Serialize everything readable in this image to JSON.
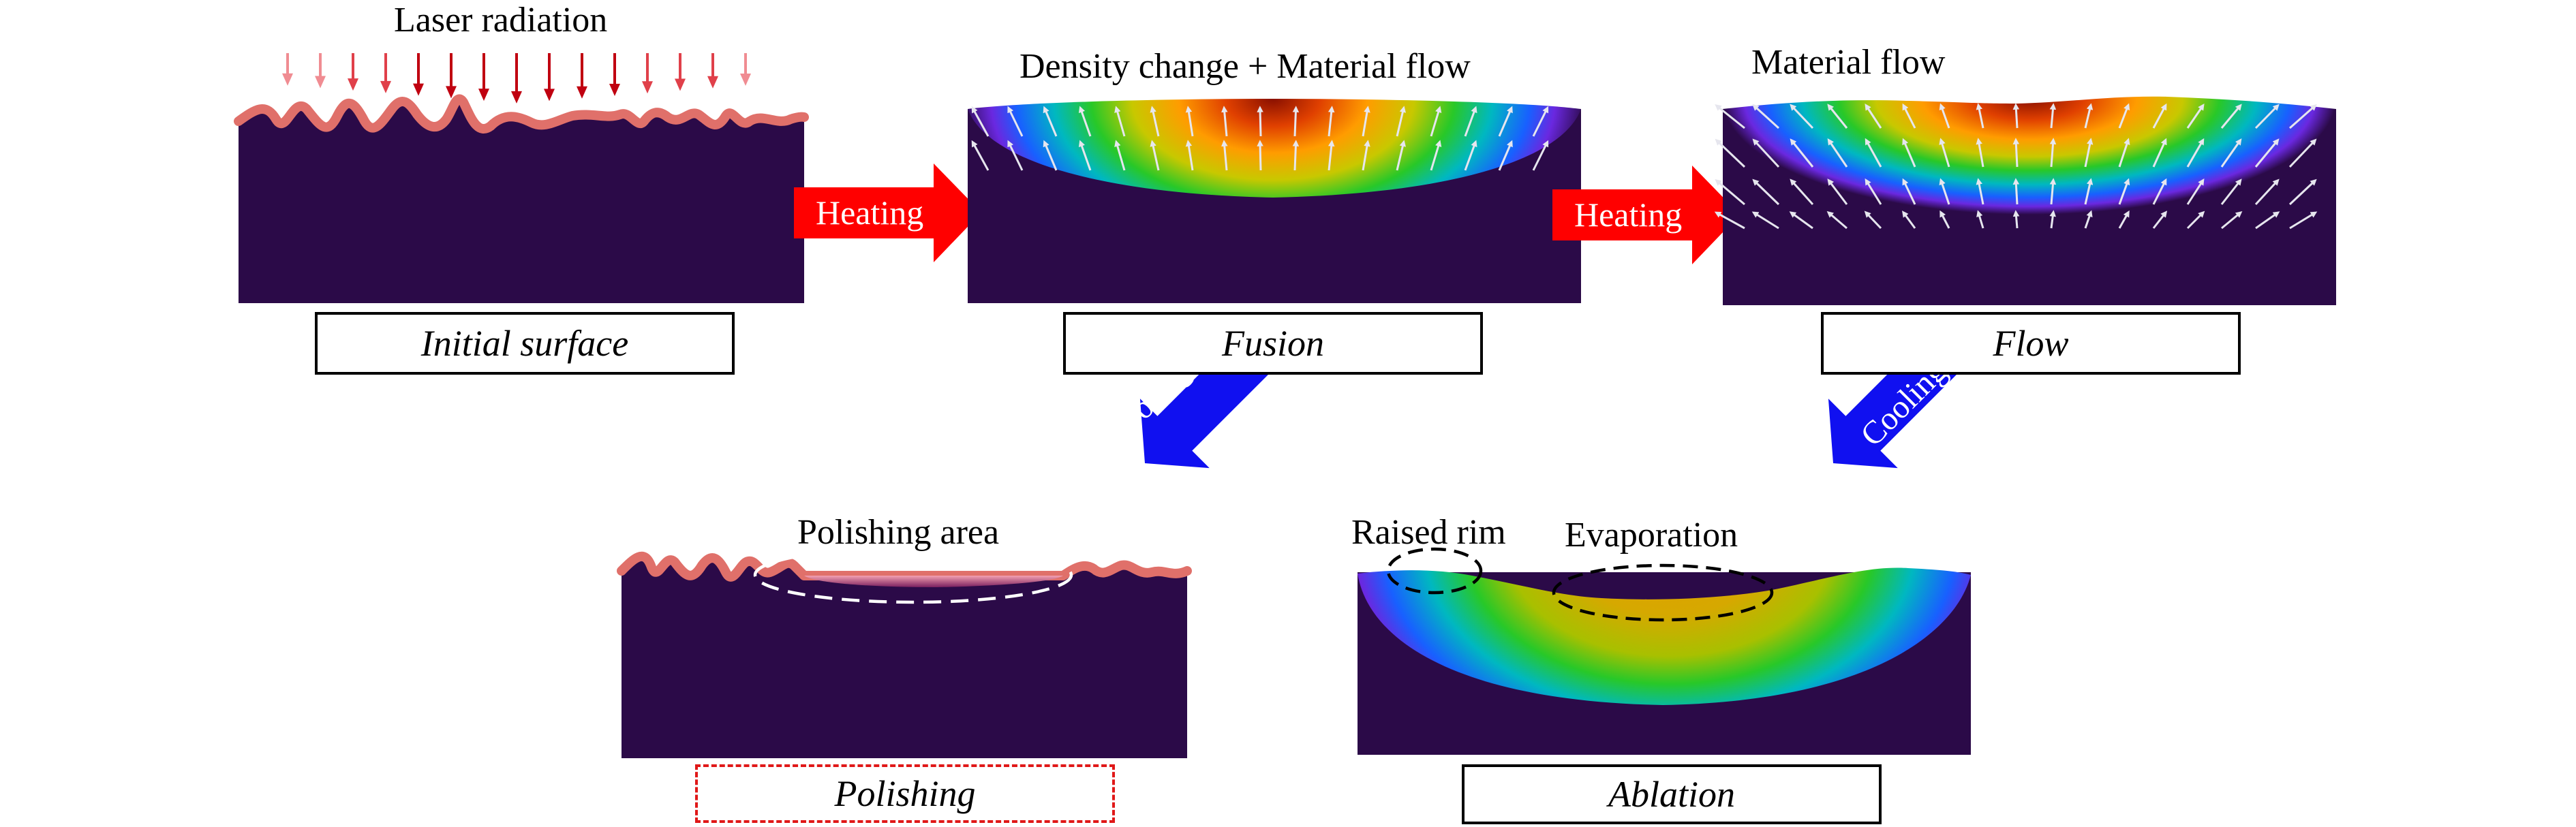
{
  "stages": {
    "initial": {
      "caption": "Initial surface",
      "label": "Laser radiation"
    },
    "fusion": {
      "caption": "Fusion",
      "label": "Density change + Material flow"
    },
    "flow": {
      "caption": "Flow",
      "label": "Material flow"
    },
    "polishing": {
      "caption": "Polishing",
      "label": "Polishing area"
    },
    "ablation": {
      "caption": "Ablation",
      "label_rim": "Raised rim",
      "label_evap": "Evaporation"
    }
  },
  "arrows": {
    "heating_1": "Heating",
    "heating_2": "Heating",
    "cooling_1": "Cooling",
    "cooling_2": "Cooling"
  },
  "colors": {
    "substrate": "#2b0a48",
    "melt_surface": "#e0706a",
    "heating_arrow": "#ff0000",
    "cooling_arrow": "#1010f0",
    "flow_vector": "#e6e6ee",
    "laser_arrow": "#c00010",
    "polishing_caption_border": "#e01818"
  }
}
